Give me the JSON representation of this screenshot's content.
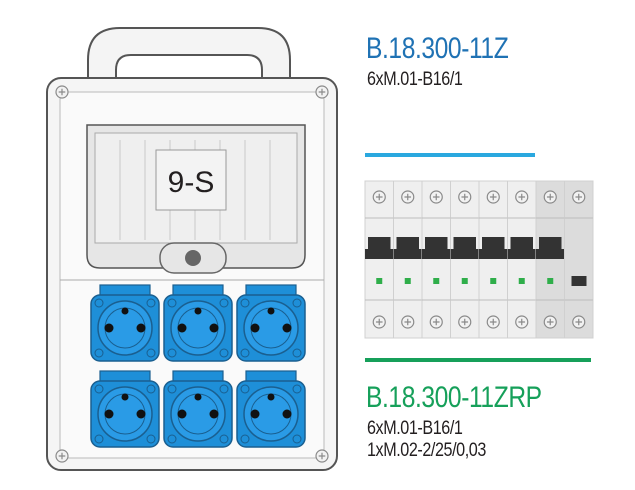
{
  "enclosure": {
    "label": "9-S",
    "socket_count": 6,
    "socket_color": "#1e8fd8"
  },
  "variant_a": {
    "code": "B.18.300-11Z",
    "color": "#1f72b4",
    "components": [
      "6xM.01-B16/1"
    ]
  },
  "variant_b": {
    "code": "B.18.300-11ZRP",
    "color": "#16a05a",
    "components": [
      "6xM.01-B16/1",
      "1xM.02-2/25/0,03"
    ]
  },
  "breakers": {
    "mcb_count": 6,
    "rcd_modules": 2
  }
}
